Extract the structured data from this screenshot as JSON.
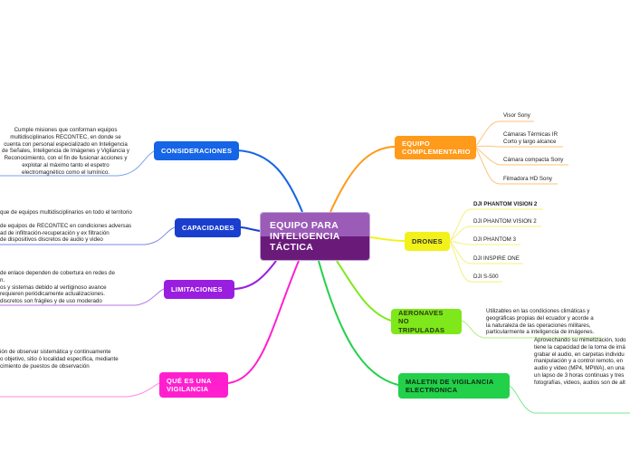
{
  "root": {
    "title": "EQUIPO PARA INTELIGENCIA TÁCTICA"
  },
  "left_branches": {
    "consideraciones": {
      "label": "CONSIDERACIONES",
      "color": "#1565e6",
      "text": [
        "Cumple misiones que conforman equipos",
        "multidisciplinarios RECONTEC, en donde se",
        "cuenta con personal especializado en Inteligencia",
        "de Señales, Inteligencia de Imágenes y Vigilancia y",
        "Reconocimiento, con el fin de fusionar acciones y",
        "explotar al máximo tanto el espetro",
        "electromagnético como el lumínico."
      ]
    },
    "capacidades": {
      "label": "CAPACIDADES",
      "color": "#1a3fcf",
      "text": [
        "que de equipos multidisciplinarios en todo el territorio",
        "",
        "de equipos de RECONTEC en condiciones adversas",
        "ad de infiltración-recuperación y ex filtración",
        "de dispositivos discretos de audio y video"
      ]
    },
    "limitaciones": {
      "label": "LIMITACIONES",
      "color": "#9a1ee0",
      "text": [
        "de enlace dependen de cobertura en redes de",
        "n.",
        "os y sistemas debido al vertiginoso avance",
        "requieren periódicamente actualizaciones.",
        "discretos son frágiles y de uso moderado"
      ]
    },
    "que_es": {
      "label": "QUÉ ES UNA VIGILANCIA",
      "color": "#ff1fcf",
      "text": [
        "ión de observar sistemática y continuamente",
        "o objetivo, sitio ó localidad específica, mediante",
        "cimiento  de puestos de observación"
      ]
    }
  },
  "right_branches": {
    "equipo": {
      "label": "EQUIPO COMPLEMENTARIO",
      "color": "#ff9a1a",
      "items": [
        [
          "Visor Sony"
        ],
        [
          "Cámaras Térmicas IR",
          "Corto y largo alcance"
        ],
        [
          "Cámara compacta Sony"
        ],
        [
          "Filmadora HD Sony"
        ]
      ]
    },
    "drones": {
      "label": "DRONES",
      "color": "#f2f21a",
      "items": [
        "DJI PHANTOM VISION 2",
        "DJI PHANTOM VISION 2",
        "DJI PHANTOM 3",
        "DJI INSPIRE ONE",
        "DJI S-500"
      ]
    },
    "aeronaves": {
      "label": "AERONAVES NO TRIPULADAS",
      "color": "#7ee81a",
      "text": [
        "Utilizables en las condiciones climáticas y",
        "geográficas propias del ecuador y acorde a",
        "la naturaleza de las operaciones militares,",
        "particularmente a inteligencia de imágenes."
      ]
    },
    "maletin": {
      "label": "MALETIN DE VIGILANCIA ELECTRONICA",
      "color": "#22d04a",
      "text": [
        "Aprovechando su mimetización, todo",
        "tiene la capacidad de la toma de imá",
        "grabar el audio, en carpetas individu",
        "manipulación y a control remoto, en",
        "audio y video (MP4, MPWA), en una",
        "un lapso de 3 horas continuas y tres",
        "fotografías, videos, audios son de alt"
      ]
    }
  }
}
